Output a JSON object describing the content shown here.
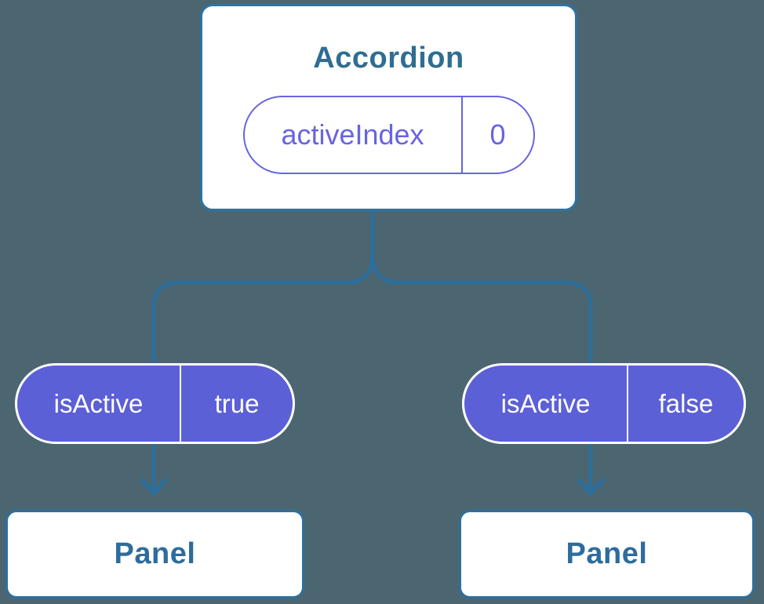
{
  "diagram": {
    "root": {
      "title": "Accordion",
      "state": {
        "name": "activeIndex",
        "value": "0"
      }
    },
    "children": [
      {
        "prop": {
          "name": "isActive",
          "value": "true"
        },
        "label": "Panel"
      },
      {
        "prop": {
          "name": "isActive",
          "value": "false"
        },
        "label": "Panel"
      }
    ]
  },
  "colors": {
    "background": "#4B6670",
    "connector_blue": "#2B6F9F",
    "card_border_blue": "#2E73A3",
    "heading_blue": "#2F6D92",
    "pill_fill_purple": "#5C60D6",
    "pill_outline_purple": "#6864DF",
    "pill_text_white": "#FFFFFF",
    "card_fill_white": "#FFFFFF"
  }
}
